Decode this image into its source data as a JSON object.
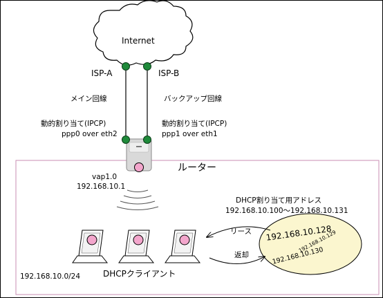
{
  "internet": {
    "label": "Internet"
  },
  "isp_a": {
    "label": "ISP-A",
    "line_label": "メイン回線",
    "assign_label": "動的割り当て(IPCP)",
    "iface_label": "ppp0 over eth2"
  },
  "isp_b": {
    "label": "ISP-B",
    "line_label": "バックアップ回線",
    "assign_label": "動的割り当て(IPCP)",
    "iface_label": "ppp1 over eth1"
  },
  "router": {
    "label": "ルーター",
    "iface_label": "vap1.0",
    "ip": "192.168.10.1"
  },
  "dhcp_pool": {
    "title": "DHCP割り当て用アドレス",
    "range": "192.168.10.100～192.168.10.131",
    "addresses": [
      "192.168.10.128",
      "192.168.10.129",
      "192.168.10.130"
    ],
    "lease_label": "リース",
    "return_label": "返却"
  },
  "clients": {
    "label": "DHCPクライアント",
    "network": "192.168.10.0/24",
    "count": 3
  },
  "colors": {
    "port_green": "#1f8a3a",
    "client_pink": "#f3a6cc",
    "pool_fill": "#fbf6cf",
    "lan_border": "#c98db3",
    "router_body": "#d9d9d9"
  }
}
